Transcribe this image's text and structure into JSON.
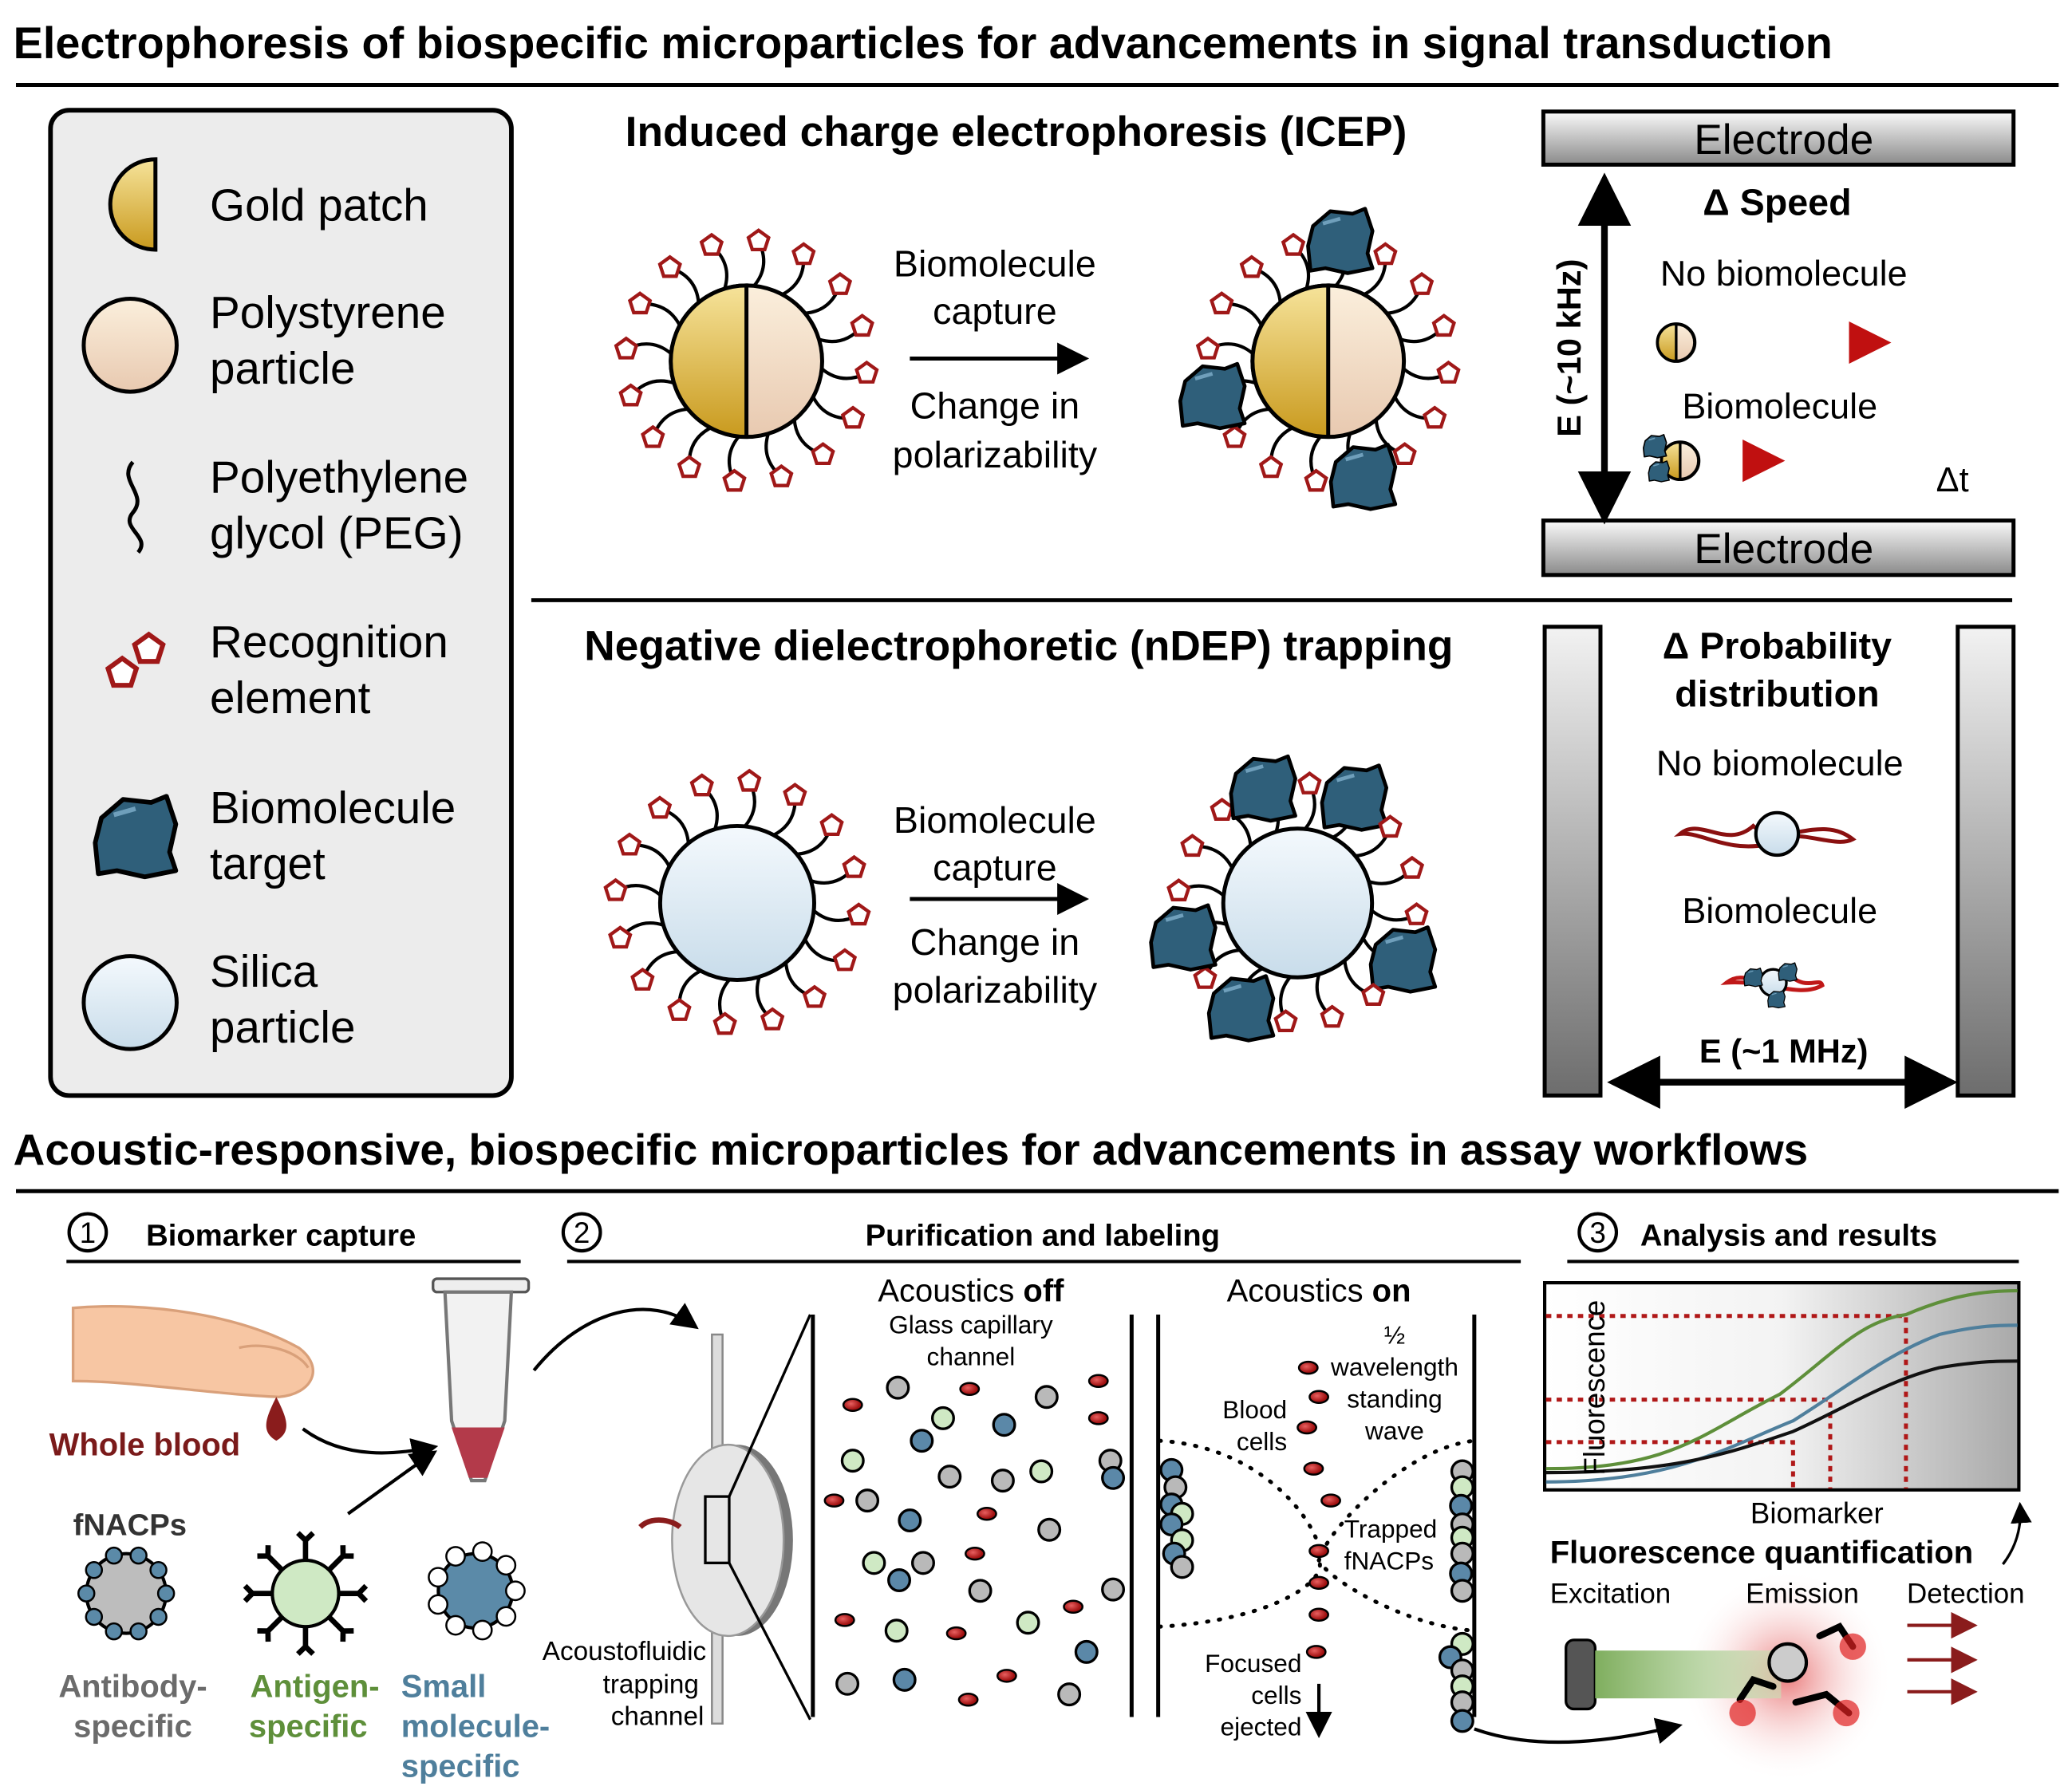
{
  "title_top": "Electrophoresis of biospecific microparticles for advancements in signal transduction",
  "legend": {
    "items": [
      {
        "icon": "gold-patch-icon",
        "lines": [
          "Gold patch"
        ]
      },
      {
        "icon": "polystyrene-particle-icon",
        "lines": [
          "Polystyrene",
          "particle"
        ]
      },
      {
        "icon": "peg-icon",
        "lines": [
          "Polyethylene",
          "glycol (PEG)"
        ]
      },
      {
        "icon": "recognition-element-icon",
        "lines": [
          "Recognition",
          "element"
        ]
      },
      {
        "icon": "biomolecule-target-icon",
        "lines": [
          "Biomolecule",
          "target"
        ]
      },
      {
        "icon": "silica-particle-icon",
        "lines": [
          "Silica",
          "particle"
        ]
      }
    ]
  },
  "icep": {
    "title": "Induced charge electrophoresis (ICEP)",
    "arrow_top": [
      "Biomolecule",
      "capture"
    ],
    "arrow_bottom": [
      "Change in",
      "polarizability"
    ],
    "electrode_top": "Electrode",
    "electrode_bottom": "Electrode",
    "field_label": "E (~10 kHz)",
    "metric": "Δ Speed",
    "no_bio": "No biomolecule",
    "bio": "Biomolecule",
    "dt": "Δt"
  },
  "ndep": {
    "title": "Negative dielectrophoretic (nDEP) trapping",
    "arrow_top": [
      "Biomolecule",
      "capture"
    ],
    "arrow_bottom": [
      "Change in",
      "polarizability"
    ],
    "metric": [
      "Δ Probability",
      "distribution"
    ],
    "no_bio": "No biomolecule",
    "bio": "Biomolecule",
    "field_label": "E (~1 MHz)"
  },
  "title_bottom": "Acoustic-responsive, biospecific microparticles for advancements in assay workflows",
  "step1": {
    "number": "1",
    "title": "Biomarker capture",
    "whole_blood": "Whole blood",
    "fnacps": "fNACPs",
    "types": [
      {
        "lines": [
          "Antibody-",
          "specific"
        ],
        "color": "#6b6b6b"
      },
      {
        "lines": [
          "Antigen-",
          "specific"
        ],
        "color": "#5e8f3a"
      },
      {
        "lines": [
          "Small",
          "molecule-",
          "specific"
        ],
        "color": "#4f7f9c"
      }
    ]
  },
  "step2": {
    "number": "2",
    "title": "Purification and labeling",
    "device_label": [
      "Acoustofluidic",
      "trapping",
      "channel"
    ],
    "off_title_a": "Acoustics ",
    "off_title_b": "off",
    "off_sub": [
      "Glass capillary",
      "channel"
    ],
    "on_title_a": "Acoustics ",
    "on_title_b": "on",
    "half": "½",
    "wave_label": [
      "wavelength",
      "standing",
      "wave"
    ],
    "blood_cells": [
      "Blood",
      "cells"
    ],
    "trapped": [
      "Trapped",
      "fNACPs"
    ],
    "ejected": [
      "Focused",
      "cells",
      "ejected"
    ]
  },
  "step3": {
    "number": "3",
    "title": "Analysis and results",
    "ylabel": "Fluorescence",
    "xlabel": "Biomarker",
    "quant_title": "Fluorescence quantification",
    "excitation": "Excitation",
    "emission": "Emission",
    "detection": "Detection",
    "series_colors": [
      "#5e8f3a",
      "#4f7f9c",
      "#111111"
    ]
  },
  "colors": {
    "gold": "#e8c45a",
    "polystyrene": "#f3dcc4",
    "silica": "#dcebf5",
    "recognition": "#a01818",
    "biomolecule": "#2f5f7a",
    "blood_cell": "#b52020"
  }
}
